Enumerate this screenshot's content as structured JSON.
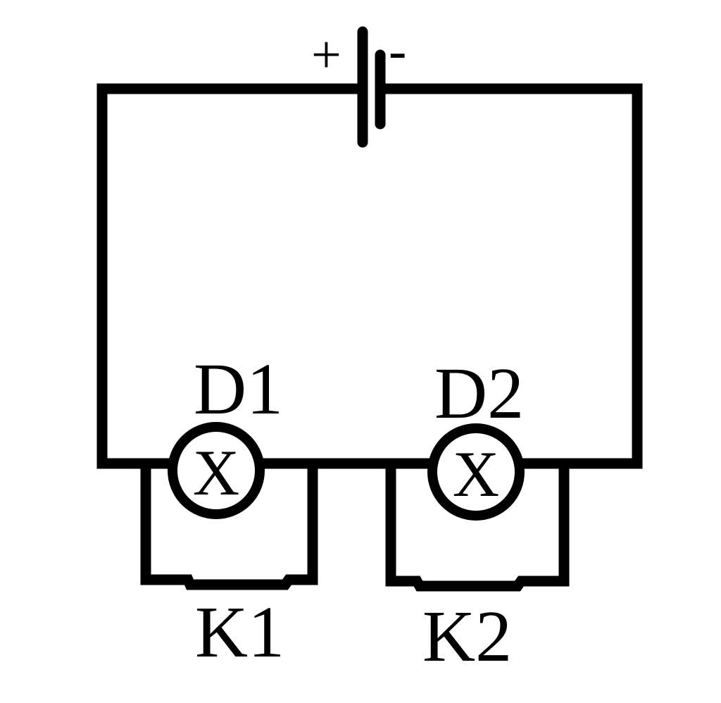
{
  "battery": {
    "plus_sign": "+",
    "minus_sign": "-"
  },
  "lamps": [
    {
      "label": "D1",
      "symbol": "X"
    },
    {
      "label": "D2",
      "symbol": "X"
    }
  ],
  "switches": [
    {
      "label": "K1"
    },
    {
      "label": "K2"
    }
  ],
  "colors": {
    "stroke": "#000000",
    "background": "#ffffff"
  }
}
